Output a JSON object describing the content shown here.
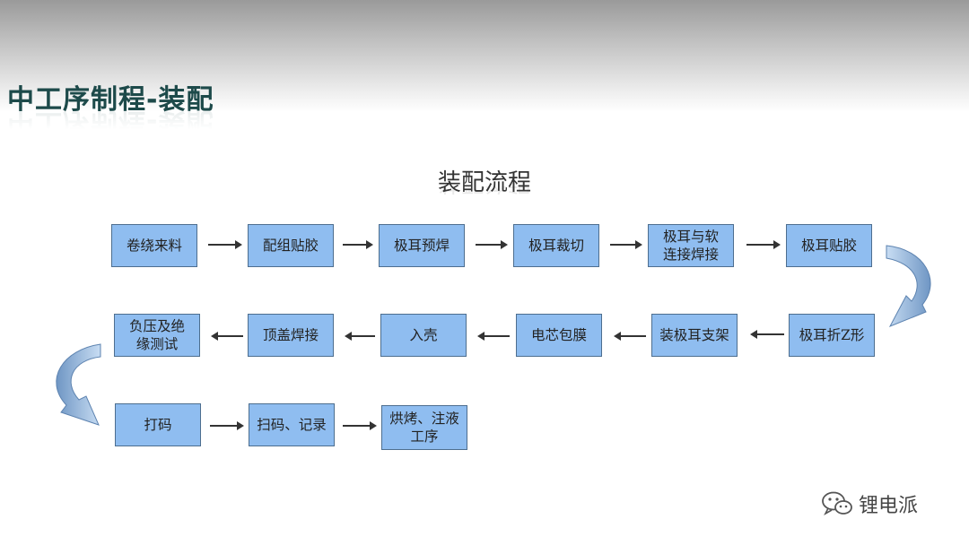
{
  "page_title": "中工序制程-装配",
  "flow_title": "装配流程",
  "steps": {
    "row1": [
      "卷绕来料",
      "配组贴胶",
      "极耳预焊",
      "极耳裁切",
      "极耳与软\n连接焊接",
      "极耳贴胶"
    ],
    "row2": [
      "负压及绝\n缘测试",
      "顶盖焊接",
      "入壳",
      "电芯包膜",
      "装极耳支架",
      "极耳折Z形"
    ],
    "row3": [
      "打码",
      "扫码、记录",
      "烘烤、注液\n工序"
    ]
  },
  "watermark": "锂电派",
  "colors": {
    "box_fill": "#8fbdf0",
    "box_border": "#4d6e8f",
    "curve_arrow": "#7fa3cc",
    "title": "#1d4a4a"
  }
}
